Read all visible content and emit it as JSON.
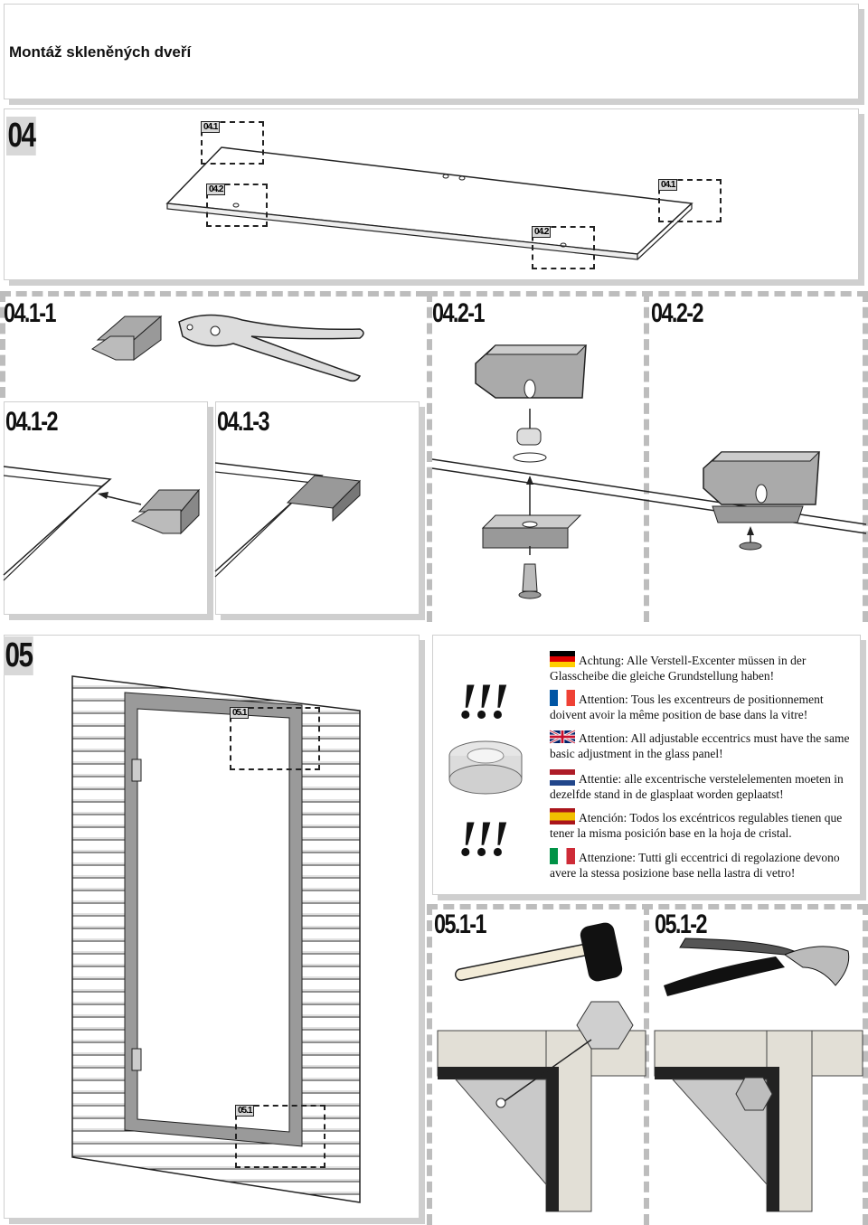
{
  "page": {
    "title": "Montáž skleněných dveří"
  },
  "steps": {
    "s04": "04",
    "s04_1_1": "04.1-1",
    "s04_1_2": "04.1-2",
    "s04_1_3": "04.1-3",
    "s04_2_1": "04.2-1",
    "s04_2_2": "04.2-2",
    "s05": "05",
    "s05_1_1": "05.1-1",
    "s05_1_2": "05.1-2"
  },
  "callouts": {
    "c04_1": "04.1",
    "c04_2": "04.2",
    "c05_1": "05.1"
  },
  "warning": {
    "marks": "!!!",
    "de": "Achtung: Alle Verstell-Excenter müssen in der Glasscheibe die gleiche Grundstellung haben!",
    "fr": "Attention: Tous les excentreurs de positionnement doivent avoir la même position de base dans la vitre!",
    "en": "Attention: All adjustable eccentrics must have the same basic adjustment in the glass panel!",
    "nl": "Attentie: alle excentrische verstelelementen moeten in dezelfde stand in de glasplaat worden geplaatst!",
    "es": "Atención: Todos los excéntricos regulables tienen que tener la misma posición base en la hoja de cristal.",
    "it": "Attenzione: Tutti gli eccentrici di regolazione devono avere la stessa posizione base nella lastra di vetro!"
  },
  "flags": {
    "de": [
      "#000000",
      "#dd0000",
      "#ffce00"
    ],
    "fr": [
      "#0055a4",
      "#ffffff",
      "#ef4135"
    ],
    "nl": [
      "#ae1c28",
      "#ffffff",
      "#21468b"
    ],
    "it": [
      "#009246",
      "#ffffff",
      "#ce2b37"
    ],
    "es": [
      "#aa151b",
      "#f1bf00",
      "#aa151b"
    ]
  }
}
